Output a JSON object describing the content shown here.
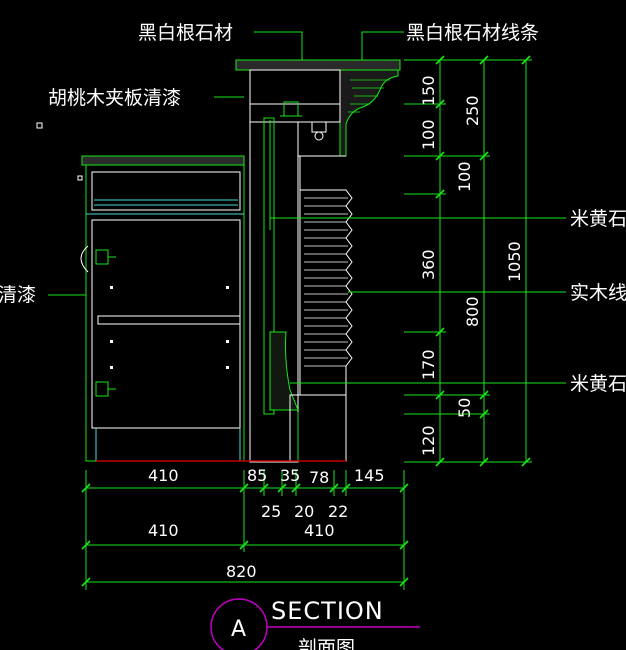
{
  "labels": {
    "top_stone": "黑白根石材",
    "top_stone_molding": "黑白根石材线条",
    "walnut_panel": "胡桃木夹板清漆",
    "left_clear_lacquer": "清漆",
    "beige_stone_1": "米黄石",
    "solid_wood": "实木线",
    "beige_stone_2": "米黄石"
  },
  "dimensions": {
    "bottom_row1": [
      "410",
      "85",
      "35",
      "78",
      "145"
    ],
    "bottom_row2": [
      "25",
      "20",
      "22"
    ],
    "bottom_row3": [
      "410",
      "410"
    ],
    "bottom_total": "820",
    "right_col1": [
      "150",
      "100",
      "100",
      "360",
      "170",
      "120"
    ],
    "right_col2": [
      "250",
      "800",
      "50"
    ],
    "right_total": "1050"
  },
  "title": {
    "marker": "A",
    "section": "SECTION",
    "subtitle": "剖面图"
  },
  "colors": {
    "dimension": "#19e619",
    "outline": "#ffffff",
    "accent": "#4ad6d6",
    "title_line": "#c000c0",
    "floor": "#c00000"
  }
}
